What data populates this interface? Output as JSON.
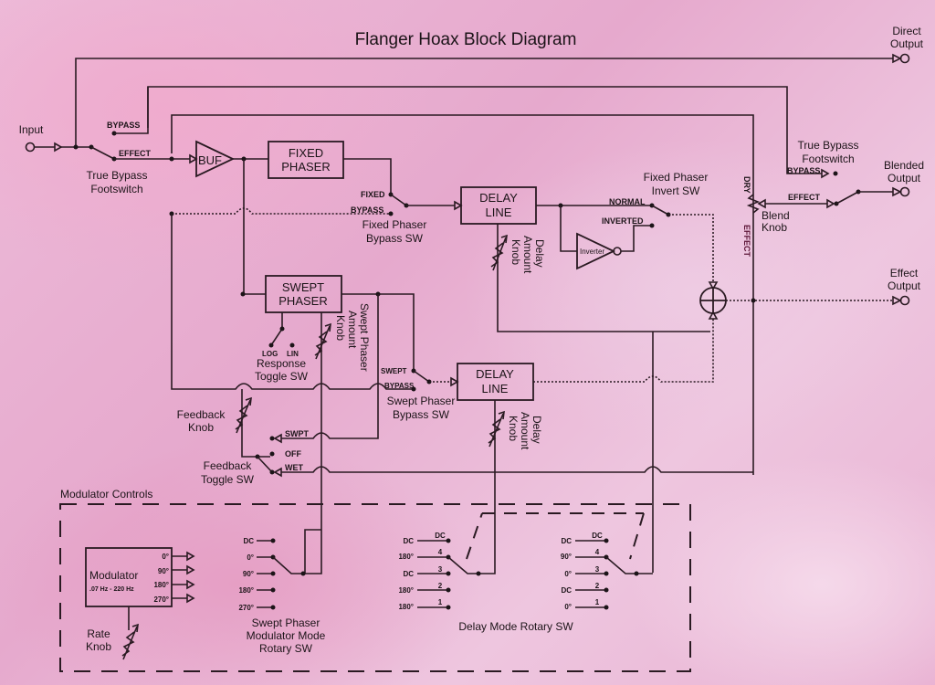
{
  "title": "Flanger Hoax Block Diagram",
  "io": {
    "input": "Input",
    "direct_output": [
      "Direct",
      "Output"
    ],
    "blended_output": [
      "Blended",
      "Output"
    ],
    "effect_output": [
      "Effect",
      "Output"
    ]
  },
  "blocks": {
    "buffer": "BUF",
    "fixed_phaser": [
      "FIXED",
      "PHASER"
    ],
    "swept_phaser": [
      "SWEPT",
      "PHASER"
    ],
    "delay_line_1": [
      "DELAY",
      "LINE"
    ],
    "delay_line_2": [
      "DELAY",
      "LINE"
    ],
    "inverter": "Inverter",
    "modulator": "Modulator",
    "modulator_range": ".07 Hz - 220 Hz"
  },
  "switches": {
    "true_bypass_in": {
      "label": [
        "True Bypass",
        "Footswitch"
      ],
      "bypass": "BYPASS",
      "effect": "EFFECT"
    },
    "true_bypass_out": {
      "label": [
        "True Bypass",
        "Footswitch"
      ],
      "bypass": "BYPASS",
      "effect": "EFFECT"
    },
    "fixed_phaser_bypass": {
      "label": [
        "Fixed Phaser",
        "Bypass SW"
      ],
      "fixed": "FIXED",
      "bypass": "BYPASS"
    },
    "fixed_phaser_invert": {
      "label": [
        "Fixed Phaser",
        "Invert SW"
      ],
      "normal": "NORMAL",
      "inverted": "INVERTED"
    },
    "swept_phaser_bypass": {
      "label": [
        "Swept Phaser",
        "Bypass SW"
      ],
      "swept": "SWEPT",
      "bypass": "BYPASS"
    },
    "response_toggle": {
      "label": [
        "Response",
        "Toggle SW"
      ],
      "log": "LOG",
      "lin": "LIN"
    },
    "feedback_toggle": {
      "label": [
        "Feedback",
        "Toggle SW"
      ],
      "swpt": "SWPT",
      "off": "OFF",
      "wet": "WET"
    },
    "swept_mod_mode": {
      "label": [
        "Swept Phaser",
        "Modulator Mode",
        "Rotary SW"
      ],
      "positions": [
        "DC",
        "0°",
        "90°",
        "180°",
        "270°"
      ]
    },
    "delay_mode": {
      "label": "Delay Mode Rotary SW",
      "left": {
        "positions": [
          "DC",
          "180°",
          "DC",
          "180°",
          "180°"
        ],
        "numbers": [
          "DC",
          "4",
          "3",
          "2",
          "1"
        ]
      },
      "right": {
        "positions": [
          "DC",
          "90°",
          "0°",
          "DC",
          "0°"
        ],
        "numbers": [
          "DC",
          "4",
          "3",
          "2",
          "1"
        ]
      }
    }
  },
  "knobs": {
    "blend": [
      "Blend",
      "Knob"
    ],
    "blend_dry": "DRY",
    "blend_effect": "EFFECT",
    "delay_amount_1": [
      "Delay",
      "Amount",
      "Knob"
    ],
    "delay_amount_2": [
      "Delay",
      "Amount",
      "Knob"
    ],
    "swept_amount": [
      "Swept Phaser",
      "Amount",
      "Knob"
    ],
    "feedback": [
      "Feedback",
      "Knob"
    ],
    "rate": [
      "Rate",
      "Knob"
    ]
  },
  "modulator_outputs": [
    "0°",
    "90°",
    "180°",
    "270°"
  ],
  "modulator_controls_label": "Modulator Controls"
}
